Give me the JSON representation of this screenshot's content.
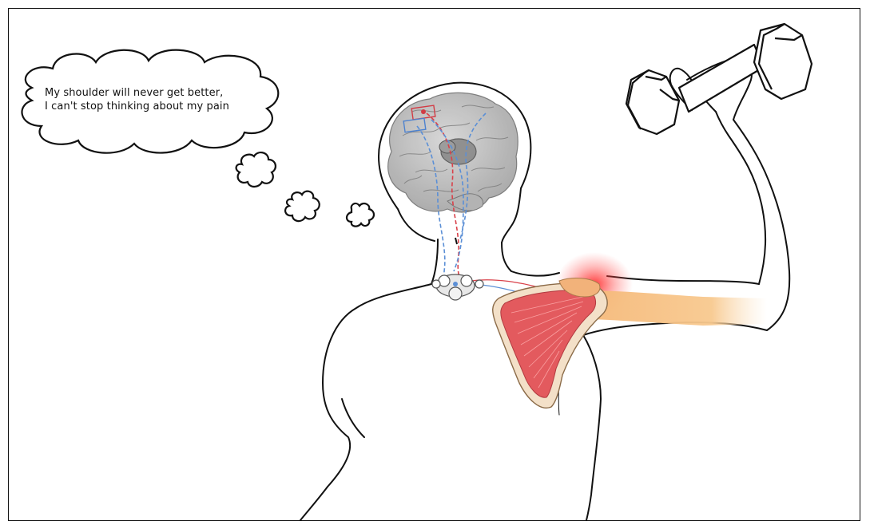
{
  "thought": {
    "line1": "My shoulder will never get better,",
    "line2": "I can't stop thinking about my pain"
  },
  "colors": {
    "outline": "#111111",
    "brain": "#bdbdbd",
    "muscle": "#e35a5e",
    "inflammation": "#ff2a2a",
    "tendon": "#f7c98a",
    "nerve_descending": "#5b8fd6",
    "nerve_ascending": "#d9414a"
  },
  "icons": [
    "thought-cloud",
    "brain",
    "dumbbell",
    "scapula-muscle",
    "spinal-cord"
  ]
}
